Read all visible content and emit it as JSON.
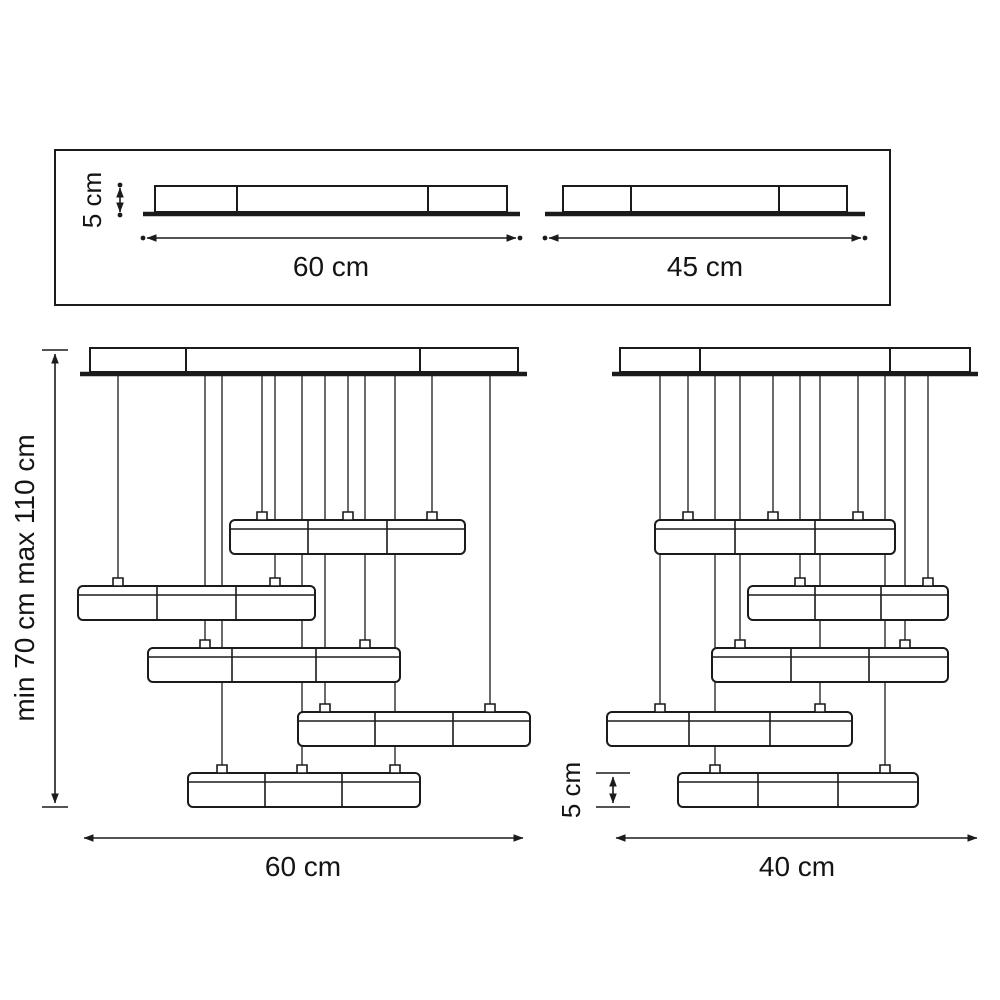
{
  "top_panel": {
    "plate_height_label": "5 cm",
    "plate_left_width_label": "60 cm",
    "plate_right_width_label": "45 cm"
  },
  "left_fixture": {
    "height_label": "min 70 cm max 110 cm",
    "width_label": "60 cm"
  },
  "right_fixture": {
    "bar_height_label": "5 cm",
    "width_label": "40 cm"
  }
}
